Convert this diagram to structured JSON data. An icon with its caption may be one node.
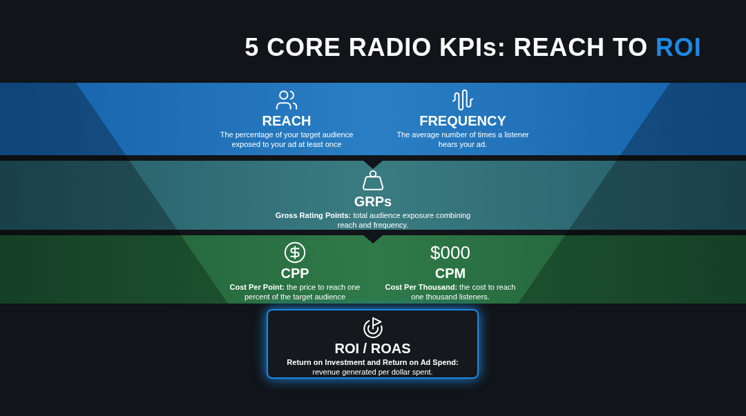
{
  "diagram": {
    "title": "5 CORE RADIO KPIs: REACH TO *ROI*",
    "nodes": [
      {
        "text": [],
        "shape": "bar"
      },
      {
        "text": [
          "REACH",
          "The percentage of your target audience exposed to your ad at least once"
        ],
        "in": 0
      },
      {
        "text": [
          "FREQUENCY",
          "The average number of times a listener hears your ad."
        ],
        "in": 0
      },
      {
        "text": [],
        "shape": "bar"
      },
      {
        "text": [
          "GRPs",
          "**Gross Rating Points:** total audience exposure combining reach and frequency."
        ],
        "in": 3
      },
      {
        "text": [],
        "shape": "bar"
      },
      {
        "text": [
          "CPP",
          "**Cost Per Point:** the price to reach one percent of the target audience"
        ],
        "in": 5
      },
      {
        "text": [
          "$000",
          "CPM",
          "**Cost Per Thousand:** the cost to reach one thousand listeners."
        ],
        "in": 5
      },
      {
        "text": [
          "ROI / ROAS",
          "**Return on Investment and Return on Ad Spend:** revenue generated per dollar spent."
        ]
      }
    ],
    "edges": [
      {
        "from": 0,
        "to": 3,
        "arrow": "to"
      },
      {
        "from": 3,
        "to": 5,
        "arrow": "to"
      }
    ]
  }
}
